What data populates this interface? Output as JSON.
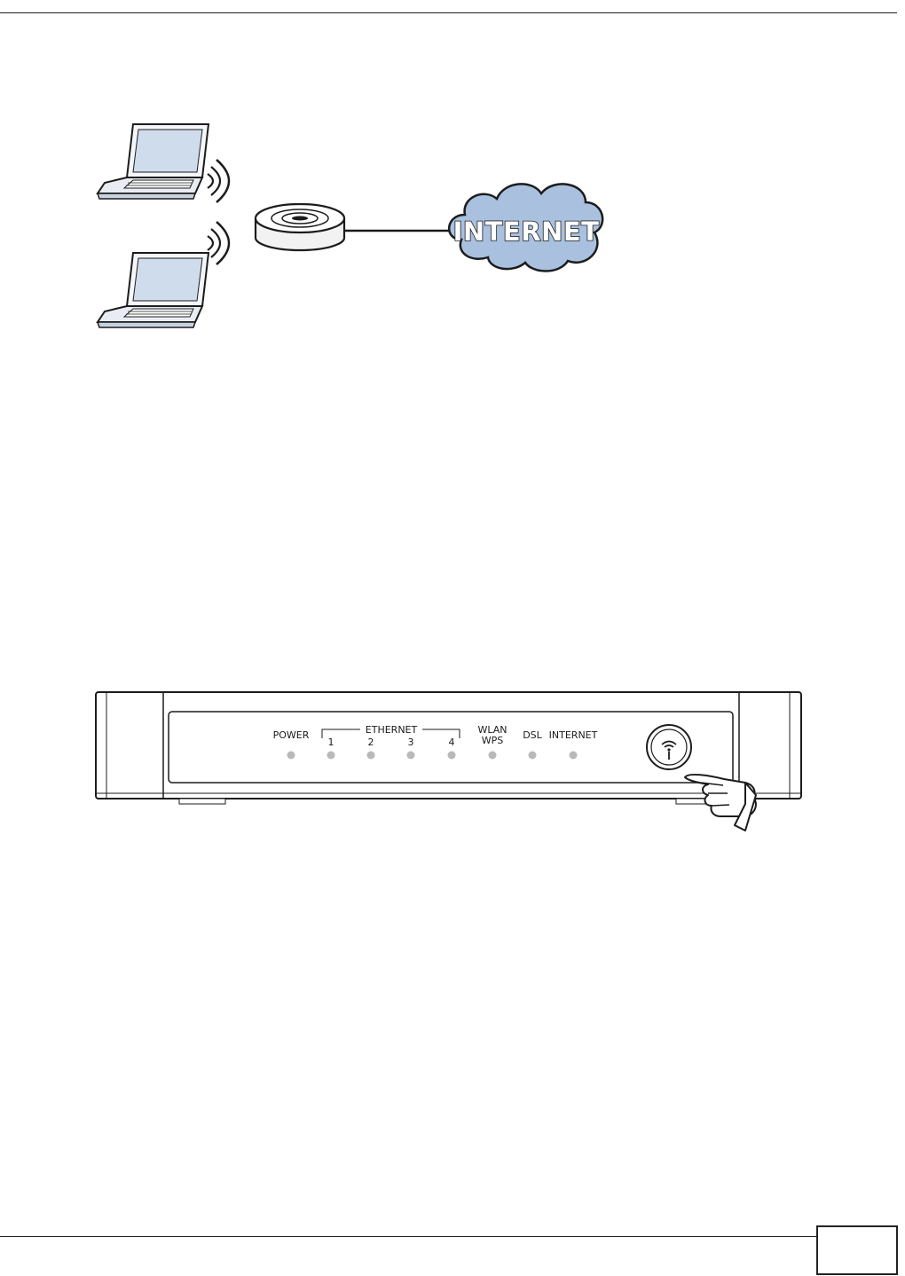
{
  "figure1": {
    "cloud_label": "INTERNET",
    "icons": [
      "laptop-icon",
      "laptop-icon",
      "wireless-signal-icon",
      "access-point-icon",
      "internet-cloud-icon"
    ]
  },
  "figure2": {
    "labels": {
      "power": "POWER",
      "ethernet": "ETHERNET",
      "port1": "1",
      "port2": "2",
      "port3": "3",
      "port4": "4",
      "wlan": "WLAN",
      "wps": "WPS",
      "dsl": "DSL",
      "internet": "INTERNET"
    },
    "icons": [
      "wps-button-icon",
      "pointing-hand-icon"
    ]
  },
  "colors": {
    "cloud_fill": "#a9c1de",
    "laptop_screen": "#cfdcec",
    "led": "#b9b9b9"
  }
}
